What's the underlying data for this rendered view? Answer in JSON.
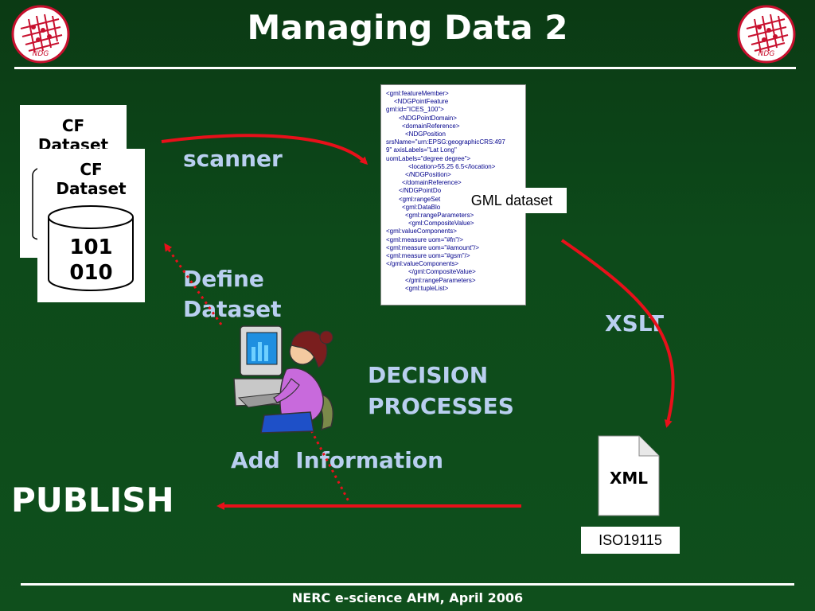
{
  "slide": {
    "title": "Managing Data 2",
    "footer": "NERC e-science AHM, April 2006"
  },
  "logos": {
    "left_text": "NDG",
    "right_text": "NDG"
  },
  "cf_back": {
    "title_line1": "CF",
    "title_line2": "Dataset"
  },
  "cf_front": {
    "title_line1": "CF",
    "title_line2": "Dataset",
    "data_line1": "101",
    "data_line2": "010"
  },
  "gml_doc": {
    "label": "GML dataset",
    "lines": [
      "<gml:featureMember>",
      "<NDGPointFeature",
      "gml:id=\"ICES_100\">",
      "<NDGPointDomain>",
      "<domainReference>",
      "<NDGPosition",
      "srsName=\"urn:EPSG:geographicCRS:497",
      "9\" axisLabels=\"Lat Long\"",
      "uomLabels=\"degree degree\">",
      "<location>55.25 6.5</location>",
      "</NDGPosition>",
      "</domainReference>",
      "</NDGPointDo",
      "<gml:rangeSet",
      "<gml:DataBlo",
      "<gml:rangeParameters>",
      "<gml:CompositeValue>",
      "<gml:valueComponents>",
      "<gml:measure uom=\"#fn\"/>",
      "<gml:measure uom=\"#amount\"/>",
      "<gml:measure uom=\"#gsm\"/>",
      "</gml:valueComponents>",
      "</gml:CompositeValue>",
      "</gml:rangeParameters>",
      "<gml:tupleList>"
    ]
  },
  "labels": {
    "scanner": "scanner",
    "define_line1": "Define",
    "define_line2": "Dataset",
    "xslt": "XSLT",
    "decision_line1": "DECISION",
    "decision_line2": "PROCESSES",
    "add_info": "Add  Information",
    "publish": "PUBLISH"
  },
  "xml_doc": {
    "label": "XML",
    "caption": "ISO19115"
  },
  "colors": {
    "background": "#0d4a1a",
    "arrow": "#e8101a",
    "label_blue": "#b9cff0",
    "rule": "#ffffff"
  }
}
